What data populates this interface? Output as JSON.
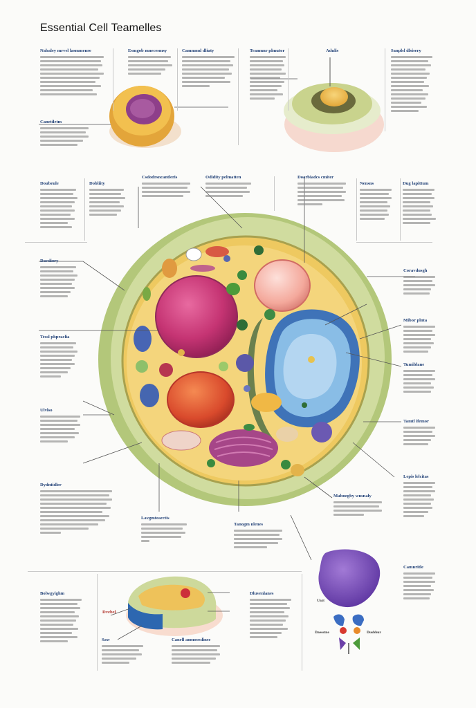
{
  "page": {
    "title": "Essential Cell Teamelles"
  },
  "labels": [
    {
      "id": "l1",
      "heading": "Nabaley mrvel lasmmenre"
    },
    {
      "id": "l2",
      "heading": "Esmgob mnecesmsy"
    },
    {
      "id": "l3",
      "heading": "Cammmd dliuty"
    },
    {
      "id": "l4",
      "heading": "Teanmnr plmutor"
    },
    {
      "id": "l5",
      "heading": "Adulis"
    },
    {
      "id": "l6",
      "heading": "Sanplsl dlsisery"
    },
    {
      "id": "l7",
      "heading": "Canetiletm"
    },
    {
      "id": "l8",
      "heading": "Doubeule"
    },
    {
      "id": "l9",
      "heading": "Dobliity"
    },
    {
      "id": "l10",
      "heading": "Csdodrsncantleris"
    },
    {
      "id": "l11",
      "heading": "Odidity pelmatten"
    },
    {
      "id": "l12",
      "heading": "Doarbiadcs cmiter"
    },
    {
      "id": "l13",
      "heading": "Nensns"
    },
    {
      "id": "l14",
      "heading": "Dug lapittum"
    },
    {
      "id": "l15",
      "heading": "Davdiory"
    },
    {
      "id": "l16",
      "heading": "Coravdusgh"
    },
    {
      "id": "l17",
      "heading": "Tessl phpraclia"
    },
    {
      "id": "l18",
      "heading": "Mibor plnta"
    },
    {
      "id": "l19",
      "heading": "Tumiblane"
    },
    {
      "id": "l20",
      "heading": "Ulvlso"
    },
    {
      "id": "l21",
      "heading": "Tamtl ifemor"
    },
    {
      "id": "l22",
      "heading": "Dydntidler"
    },
    {
      "id": "l23",
      "heading": "Lepis lelcitas"
    },
    {
      "id": "l24",
      "heading": "Mabnegby wnsnaly"
    },
    {
      "id": "l25",
      "heading": "Lavgmteacctis"
    },
    {
      "id": "l26",
      "heading": "Tanogm nlenes"
    },
    {
      "id": "l27",
      "heading": "Camnritle"
    },
    {
      "id": "l28",
      "heading": "Bolwgyighm"
    },
    {
      "id": "l29",
      "heading": "Dluvenlanes"
    },
    {
      "id": "l30",
      "heading": "Saw"
    },
    {
      "id": "l31",
      "heading": "Canrll anmoosdinse"
    }
  ],
  "small_labels": {
    "diagram_left_tag": "Dvebel",
    "purple_tag_top": "Uazt",
    "purple_tag_left": "Daesstne",
    "purple_tag_right": "Dusbbur"
  },
  "colors": {
    "membrane_outer": "#c6d58e",
    "cytoplasm": "#f1c84e",
    "nucleus": "#c83a74",
    "vacuole": "#5d9ad1",
    "label_heading": "#1f3f75"
  }
}
